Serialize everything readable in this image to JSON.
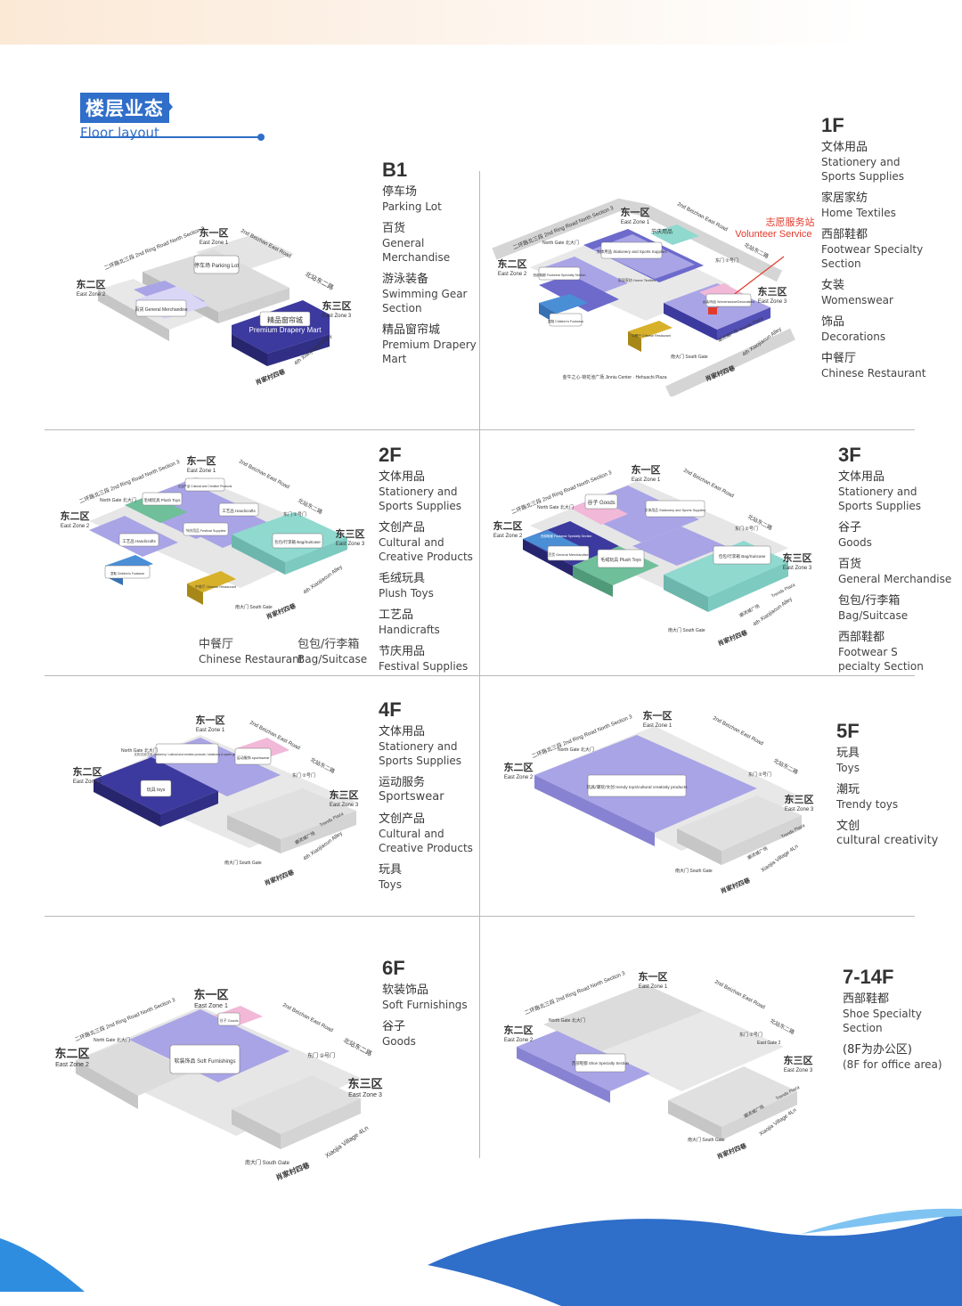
{
  "header": {
    "title_cn": "楼层业态",
    "title_en": "Floor layout"
  },
  "colors": {
    "brand_blue": "#2f6ec9",
    "lavender": "#a9a4e6",
    "lavender_light": "#d9d6f6",
    "indigo": "#3c3a9e",
    "teal": "#8fd9cf",
    "pink": "#f2b8d8",
    "gray": "#e4e4e4",
    "gold": "#d8b12a",
    "service_red": "#e2392b"
  },
  "floors": {
    "b1": {
      "label": "B1",
      "items": [
        {
          "cn": "停车场",
          "en": "Parking Lot"
        },
        {
          "cn": "百货",
          "en": "General Merchandise"
        },
        {
          "cn": "游泳装备",
          "en": "Swimming Gear Section"
        },
        {
          "cn": "精品窗帘城",
          "en": "Premium Drapery Mart"
        }
      ]
    },
    "f1": {
      "label": "1F",
      "items": [
        {
          "cn": "文体用品",
          "en": "Stationery and Sports Supplies"
        },
        {
          "cn": "家居家纺",
          "en": "Home Textiles"
        },
        {
          "cn": "西部鞋都",
          "en": "Footwear Specialty Section"
        },
        {
          "cn": "女装",
          "en": "Womenswear"
        },
        {
          "cn": "饰品",
          "en": "Decorations"
        },
        {
          "cn": "中餐厅",
          "en": "Chinese Restaurant"
        }
      ]
    },
    "f2": {
      "label": "2F",
      "items": [
        {
          "cn": "文体用品",
          "en": "Stationery and Sports Supplies"
        },
        {
          "cn": "文创产品",
          "en": "Cultural and Creative Products"
        },
        {
          "cn": "毛绒玩具",
          "en": "Plush Toys"
        },
        {
          "cn": "工艺品",
          "en": "Handicrafts"
        },
        {
          "cn": "节庆用品",
          "en": "Festival Supplies"
        }
      ],
      "extra": [
        {
          "cn": "中餐厅",
          "en": "Chinese Restaurant"
        },
        {
          "cn": "包包/行李箱",
          "en": "Bag/Suitcase"
        }
      ]
    },
    "f3": {
      "label": "3F",
      "items": [
        {
          "cn": "文体用品",
          "en": "Stationery and Sports Supplies"
        },
        {
          "cn": "谷子",
          "en": "Goods"
        },
        {
          "cn": "百货",
          "en": "General Merchandise"
        },
        {
          "cn": "包包/行李箱",
          "en": "Bag/Suitcase"
        },
        {
          "cn": "西部鞋都",
          "en": "Footwear S pecialty Section"
        }
      ]
    },
    "f4": {
      "label": "4F",
      "items": [
        {
          "cn": "文体用品",
          "en": "Stationery and Sports Supplies"
        },
        {
          "cn": "运动服务",
          "en": "Sportswear"
        },
        {
          "cn": "文创产品",
          "en": "Cultural and Creative Products"
        },
        {
          "cn": "玩具",
          "en": "Toys"
        }
      ]
    },
    "f5": {
      "label": "5F",
      "items": [
        {
          "cn": "玩具",
          "en": "Toys"
        },
        {
          "cn": "潮玩",
          "en": "Trendy toys"
        },
        {
          "cn": "文创",
          "en": "cultural creativity"
        }
      ]
    },
    "f6": {
      "label": "6F",
      "items": [
        {
          "cn": "软装饰品",
          "en": "Soft Furnishings"
        },
        {
          "cn": "谷子",
          "en": "Goods"
        }
      ]
    },
    "f7": {
      "label": "7-14F",
      "items": [
        {
          "cn": "西部鞋都",
          "en": "Shoe Specialty Section"
        },
        {
          "cn": "(8F为办公区)",
          "en": "(8F for office area)"
        }
      ]
    }
  },
  "map_labels": {
    "east_zone_1_cn": "东一区",
    "east_zone_1_en": "East Zone 1",
    "east_zone_2_cn": "东二区",
    "east_zone_2_en": "East Zone 2",
    "east_zone_3_cn": "东三区",
    "east_zone_3_en": "East Zone 3",
    "road_north": "二环路北三段 2nd Ring Road North Section 3",
    "road_east": "2nd Beizhan East Road",
    "road_east_cn": "北站东二路",
    "alley_cn": "肖家村四巷",
    "alley_en": "4th Xiaojiacun Alley",
    "village_en": "Xiaojia Village 4Ln",
    "trends_cn": "潮流城广场",
    "trends_en": "Trends Plaza",
    "south_gate": "南大门 South Gate",
    "north_gate": "North Gate 北大门",
    "gate_2": "东门 ②号门",
    "east_gate_2": "East Gate 2",
    "parking": "停车场 Parking Lot",
    "b1_general": "百货 General Merchandise",
    "drapery_cn": "精品窗帘城",
    "drapery_en": "Premium Drapery Mart",
    "volunteer_cn": "志愿服务站",
    "volunteer_en": "Volunteer Service Station",
    "jinniu": "金牛之心·荷花池广场 Jinniu Center · Hehuachi Plaza",
    "f1_stationery": "文体用品 Stationery and Sports Supplies",
    "f1_festival": "节庆用品",
    "f1_shoes": "西部鞋都 Footwear Specialty Section",
    "f1_home": "家居家纺 Home Textiles",
    "f1_women": "女装/饰品 Womenswear/Decorations",
    "f1_shoes_child": "童鞋 Children's Footwear",
    "f1_restaurant": "中餐厅 Chinese Restaurant",
    "f2_creative": "文创产品 Cultural and Creative Products",
    "f2_plush": "毛绒玩具 Plush Toys",
    "f2_craft_a": "工艺品 Handicrafts",
    "f2_craft_b": "工艺品 Handicrafts",
    "f2_festival": "节庆用品 Festival Supplies",
    "f2_bag": "包包/行李箱 Bag/Suitcase",
    "f2_kidshoes": "童鞋 Children's Footwear",
    "f2_restaurant": "中餐厅 Chinese Restaurant",
    "f3_goods": "谷子 Goods",
    "f3_stationery": "文体用品 Stationery and Sports Supplies",
    "f3_shoes": "西部鞋都 Footwear Specialty Section",
    "f3_general": "百货 General Merchandise",
    "f3_plush": "毛绒玩具 Plush Toys",
    "f3_bag": "包包/行李箱 Bag/Suitcase",
    "f4_creative": "文具/文创/文体 Stationery / cultural and creative products / stationery & sports goods",
    "f4_sports": "运动服饰 sportswear",
    "f4_toys": "玩具 toys",
    "f5_main": "玩具/潮玩/文创 trendy toys/cultural creativity products",
    "f6_main": "软装饰品 Soft Furnishings",
    "f6_goods": "谷子 Goods",
    "f7_main": "西部鞋都 Shoe Specialty Section"
  }
}
